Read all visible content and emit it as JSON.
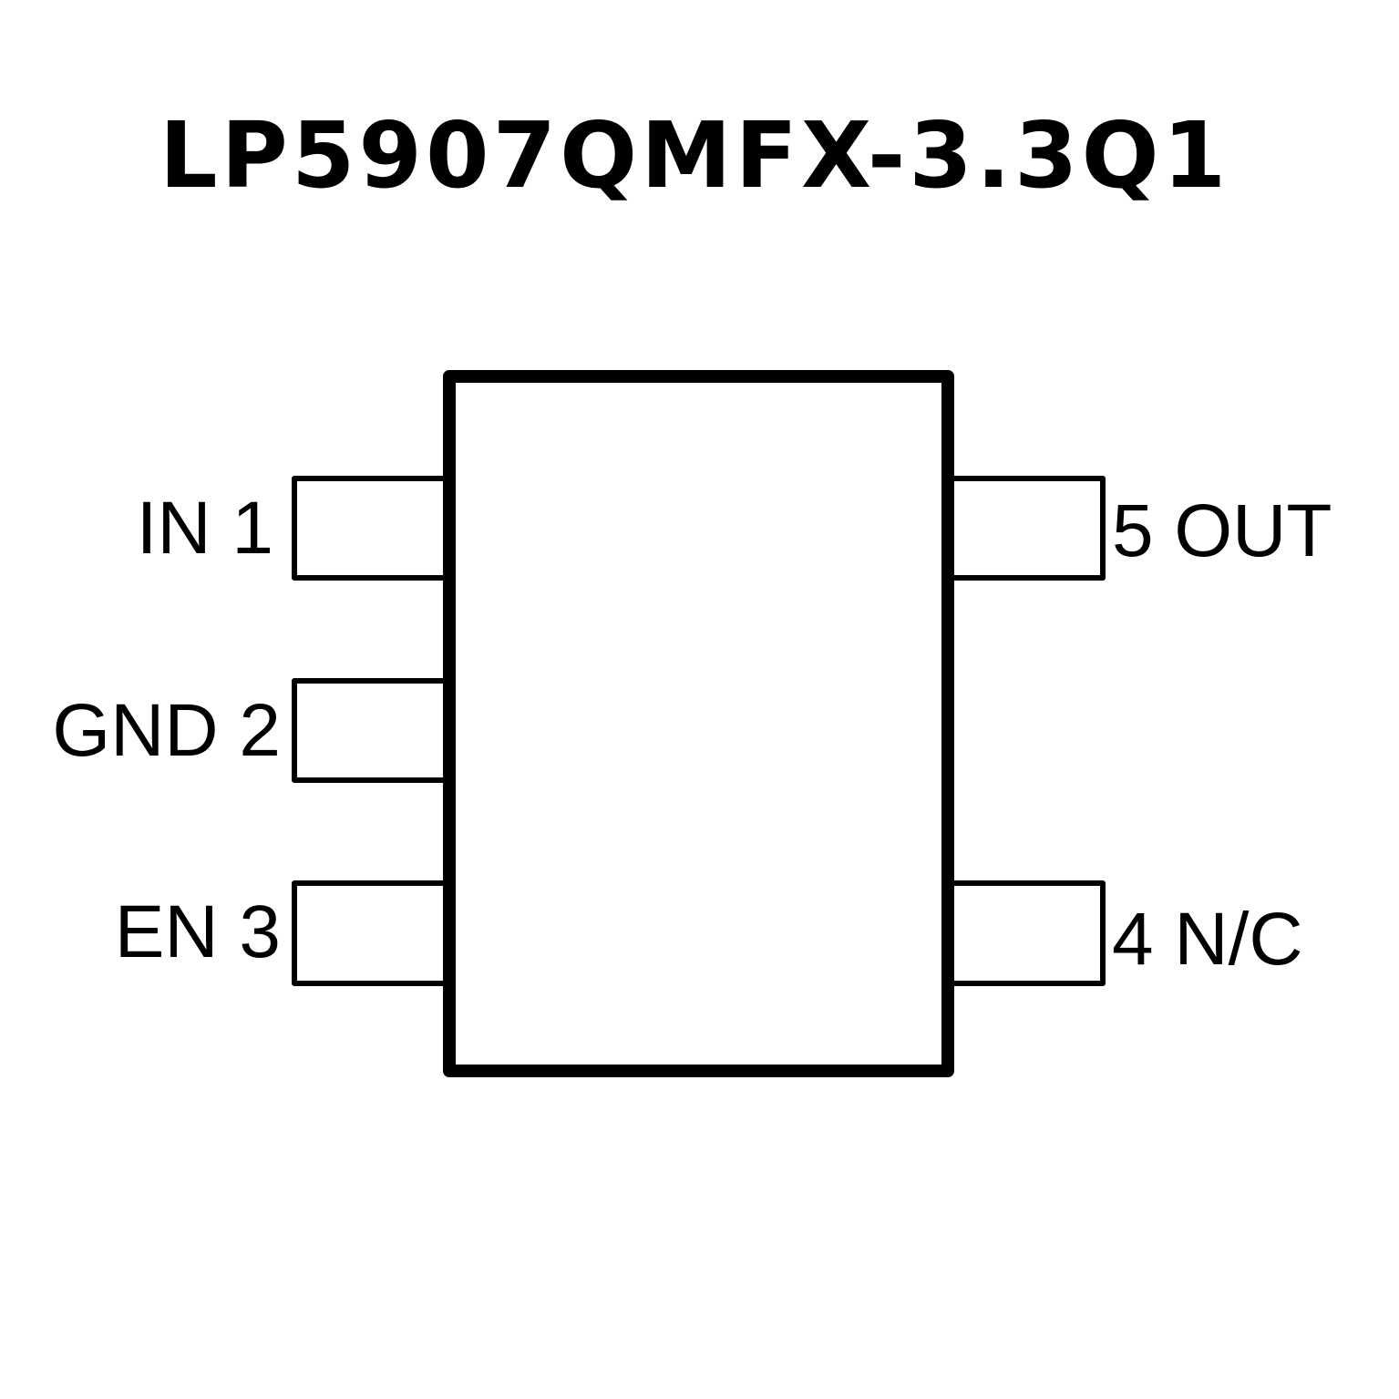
{
  "title": "LP5907QMFX-3.3Q1",
  "pins": {
    "in": "IN 1",
    "gnd": "GND 2",
    "en": "EN 3",
    "out": "5 OUT",
    "nc": "4 N/C"
  }
}
